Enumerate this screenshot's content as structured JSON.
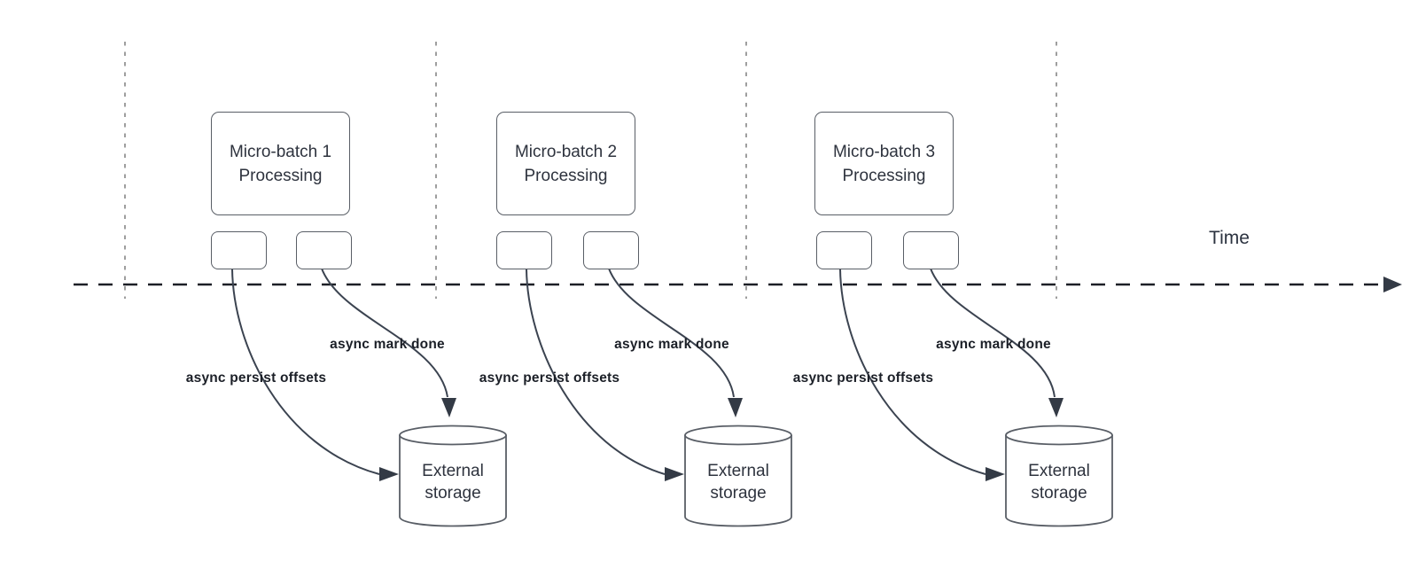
{
  "timeline": {
    "label": "Time"
  },
  "groups": [
    {
      "box_label": "Micro-batch 1 Processing",
      "persist_label": "async persist offsets",
      "done_label": "async mark done",
      "storage_label": "External storage"
    },
    {
      "box_label": "Micro-batch 2 Processing",
      "persist_label": "async persist offsets",
      "done_label": "async mark done",
      "storage_label": "External storage"
    },
    {
      "box_label": "Micro-batch 3 Processing",
      "persist_label": "async persist offsets",
      "done_label": "async mark done",
      "storage_label": "External storage"
    }
  ],
  "colors": {
    "background": "#ffffff",
    "timeline_line": "#1c1f26",
    "guide_line": "#9e9e9e",
    "shape_stroke": "#595e66",
    "connector": "#3b4350",
    "text_primary": "#2e333e",
    "label_bold": "#1b1f27"
  }
}
